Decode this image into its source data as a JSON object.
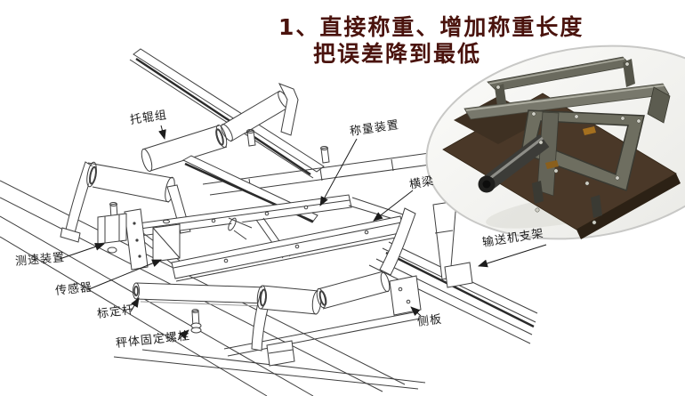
{
  "title": {
    "line1": "1、直接称重、增加称重长度",
    "line2": "把误差降到最低"
  },
  "labels": {
    "idler_group": "托辊组",
    "weighing_device": "称量装置",
    "cross_beam": "横梁",
    "speed_sensor": "测速装置",
    "load_cell": "传感器",
    "calibration_rod": "标定杆",
    "scale_fixing_bolt": "秤体固定螺栓",
    "side_plate": "侧板",
    "conveyor_support": "输送机支架"
  },
  "inset": {
    "content": "3d-render-of-weighing-frame-module",
    "border_color": "#c8c8c6",
    "background_color": "#f4f4f1",
    "base_plate_color": "#4a3828",
    "metal_color": "#727266",
    "shaft_color": "#3c3c38",
    "accent_color": "#a5701f"
  },
  "colors": {
    "background": "#ffffff",
    "title_text": "#4a130d",
    "line_art": "#3f3f3f",
    "belt_stripe": "#2a2a2a",
    "label_text": "#1c1c1c"
  }
}
